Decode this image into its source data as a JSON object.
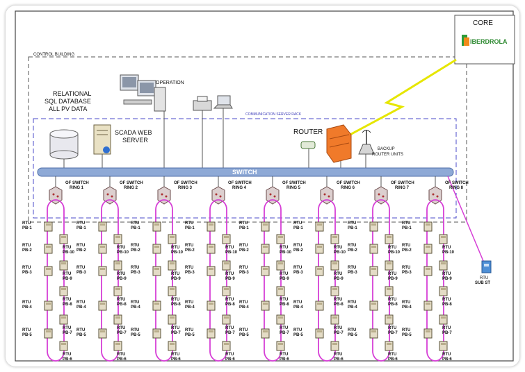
{
  "core": {
    "title": "CORE",
    "brand": "IBERDROLA"
  },
  "control_building": {
    "label": "CONTROL BUILDING"
  },
  "database": {
    "line1": "RELATIONAL",
    "line2": "SQL DATABASE",
    "line3": "ALL PV DATA"
  },
  "operation": {
    "label": "OPERATION"
  },
  "scada": {
    "line1": "SCADA WEB",
    "line2": "SERVER"
  },
  "rack": {
    "label": "COMMUNICATION SERVER RACK"
  },
  "router": {
    "label": "ROUTER"
  },
  "backup": {
    "line1": "BACKUP",
    "line2": "ROUTER UNITS"
  },
  "switch": {
    "label": "SWITCH"
  },
  "rings": [
    {
      "line1": "OF SWITCH",
      "line2": "RING 1"
    },
    {
      "line1": "OF SWITCH",
      "line2": "RING 2"
    },
    {
      "line1": "OF SWITCH",
      "line2": "RING 3"
    },
    {
      "line1": "OF SWITCH",
      "line2": "RING 4"
    },
    {
      "line1": "OF SWITCH",
      "line2": "RING 5"
    },
    {
      "line1": "OF SWITCH",
      "line2": "RING 6"
    },
    {
      "line1": "OF SWITCH",
      "line2": "RING 7"
    },
    {
      "line1": "OF SWITCH",
      "line2": "RING 8"
    }
  ],
  "rtu_prefix": "RTU",
  "rtu_left": [
    "PB-1",
    "PB-2",
    "PB-3",
    "PB-4",
    "PB-5"
  ],
  "rtu_right": [
    "PB-10",
    "PB-9",
    "PB-8",
    "PB-7",
    "PB-6"
  ],
  "substation": {
    "line1": "RTU",
    "line2": "SUB ST"
  },
  "colors": {
    "ring": "#d63fd6",
    "switch_bar": "#8ea9d6",
    "dash": "#6a6ad0",
    "lightning": "#e6e600",
    "router": "#f07a2a"
  }
}
